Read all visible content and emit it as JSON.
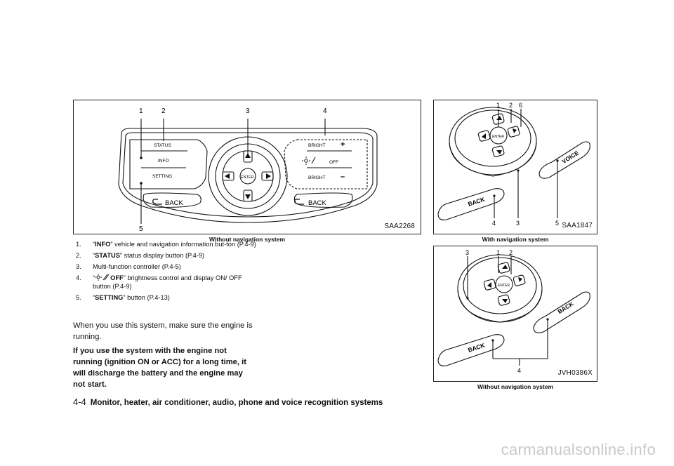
{
  "figure1": {
    "code": "SAA2268",
    "caption": "Without navigation system",
    "callouts": [
      "1",
      "2",
      "3",
      "4",
      "5"
    ],
    "labels": {
      "status": "STATUS",
      "info": "INFO",
      "setting": "SETTING",
      "bright_top": "BRIGHT",
      "off": "OFF",
      "bright_bottom": "BRIGHT",
      "enter": "ENTER",
      "back_left": "BACK",
      "back_right": "BACK",
      "plus": "+",
      "minus": "–"
    }
  },
  "figure2": {
    "code": "SAA1847",
    "caption": "With navigation system",
    "callouts": [
      "1",
      "2",
      "6",
      "4",
      "3",
      "5"
    ],
    "labels": {
      "enter": "ENTER",
      "voice": "VOICE",
      "back": "BACK"
    }
  },
  "figure3": {
    "code": "JVH0386X",
    "caption": "Without navigation system",
    "callouts": [
      "3",
      "1",
      "2",
      "4"
    ],
    "labels": {
      "enter": "ENTER",
      "back_top": "BACK",
      "back_bottom": "BACK"
    }
  },
  "list": [
    {
      "num": "1.",
      "open": "“",
      "bold": "INFO",
      "rest": "” vehicle and navigation information but-ton (P.4-9)"
    },
    {
      "num": "2.",
      "open": "“",
      "bold": "STATUS",
      "rest": "” status display button (P.4-9)"
    },
    {
      "num": "3.",
      "open": "",
      "bold": "",
      "rest": "Multi-function controller (P.4-5)"
    },
    {
      "num": "4.",
      "open": "“",
      "bold": "OFF",
      "rest": "” brightness control and display ON/ OFF button (P.4-9)"
    },
    {
      "num": "5.",
      "open": "“",
      "bold": "SETTING",
      "rest": "” button (P.4-13)"
    }
  ],
  "paragraph": "When you use this system, make sure the engine is running.",
  "warning": "If you use the system with the engine not running (ignition ON or ACC) for a long time, it will discharge the battery and the engine may not start.",
  "footer": {
    "page": "4-4",
    "title": "Monitor, heater, air conditioner, audio, phone and voice recognition systems"
  },
  "watermark": "carmanualsonline.info"
}
